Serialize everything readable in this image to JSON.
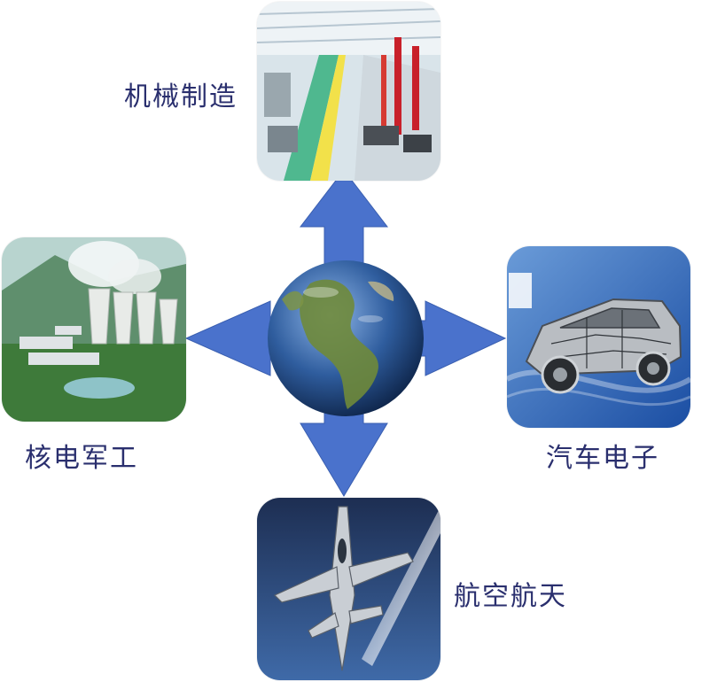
{
  "diagram": {
    "center": {
      "icon": "globe-icon"
    },
    "colors": {
      "arrow": "#4a72cc",
      "arrow_stroke": "#3a5fb0",
      "label": "#2a2f6e"
    },
    "branches": [
      {
        "id": "top",
        "label": "机械制造",
        "image": "factory-floor"
      },
      {
        "id": "left",
        "label": "核电军工",
        "image": "nuclear-power-plant"
      },
      {
        "id": "right",
        "label": "汽车电子",
        "image": "car-cutaway"
      },
      {
        "id": "bottom",
        "label": "航空航天",
        "image": "fighter-jet"
      }
    ]
  }
}
